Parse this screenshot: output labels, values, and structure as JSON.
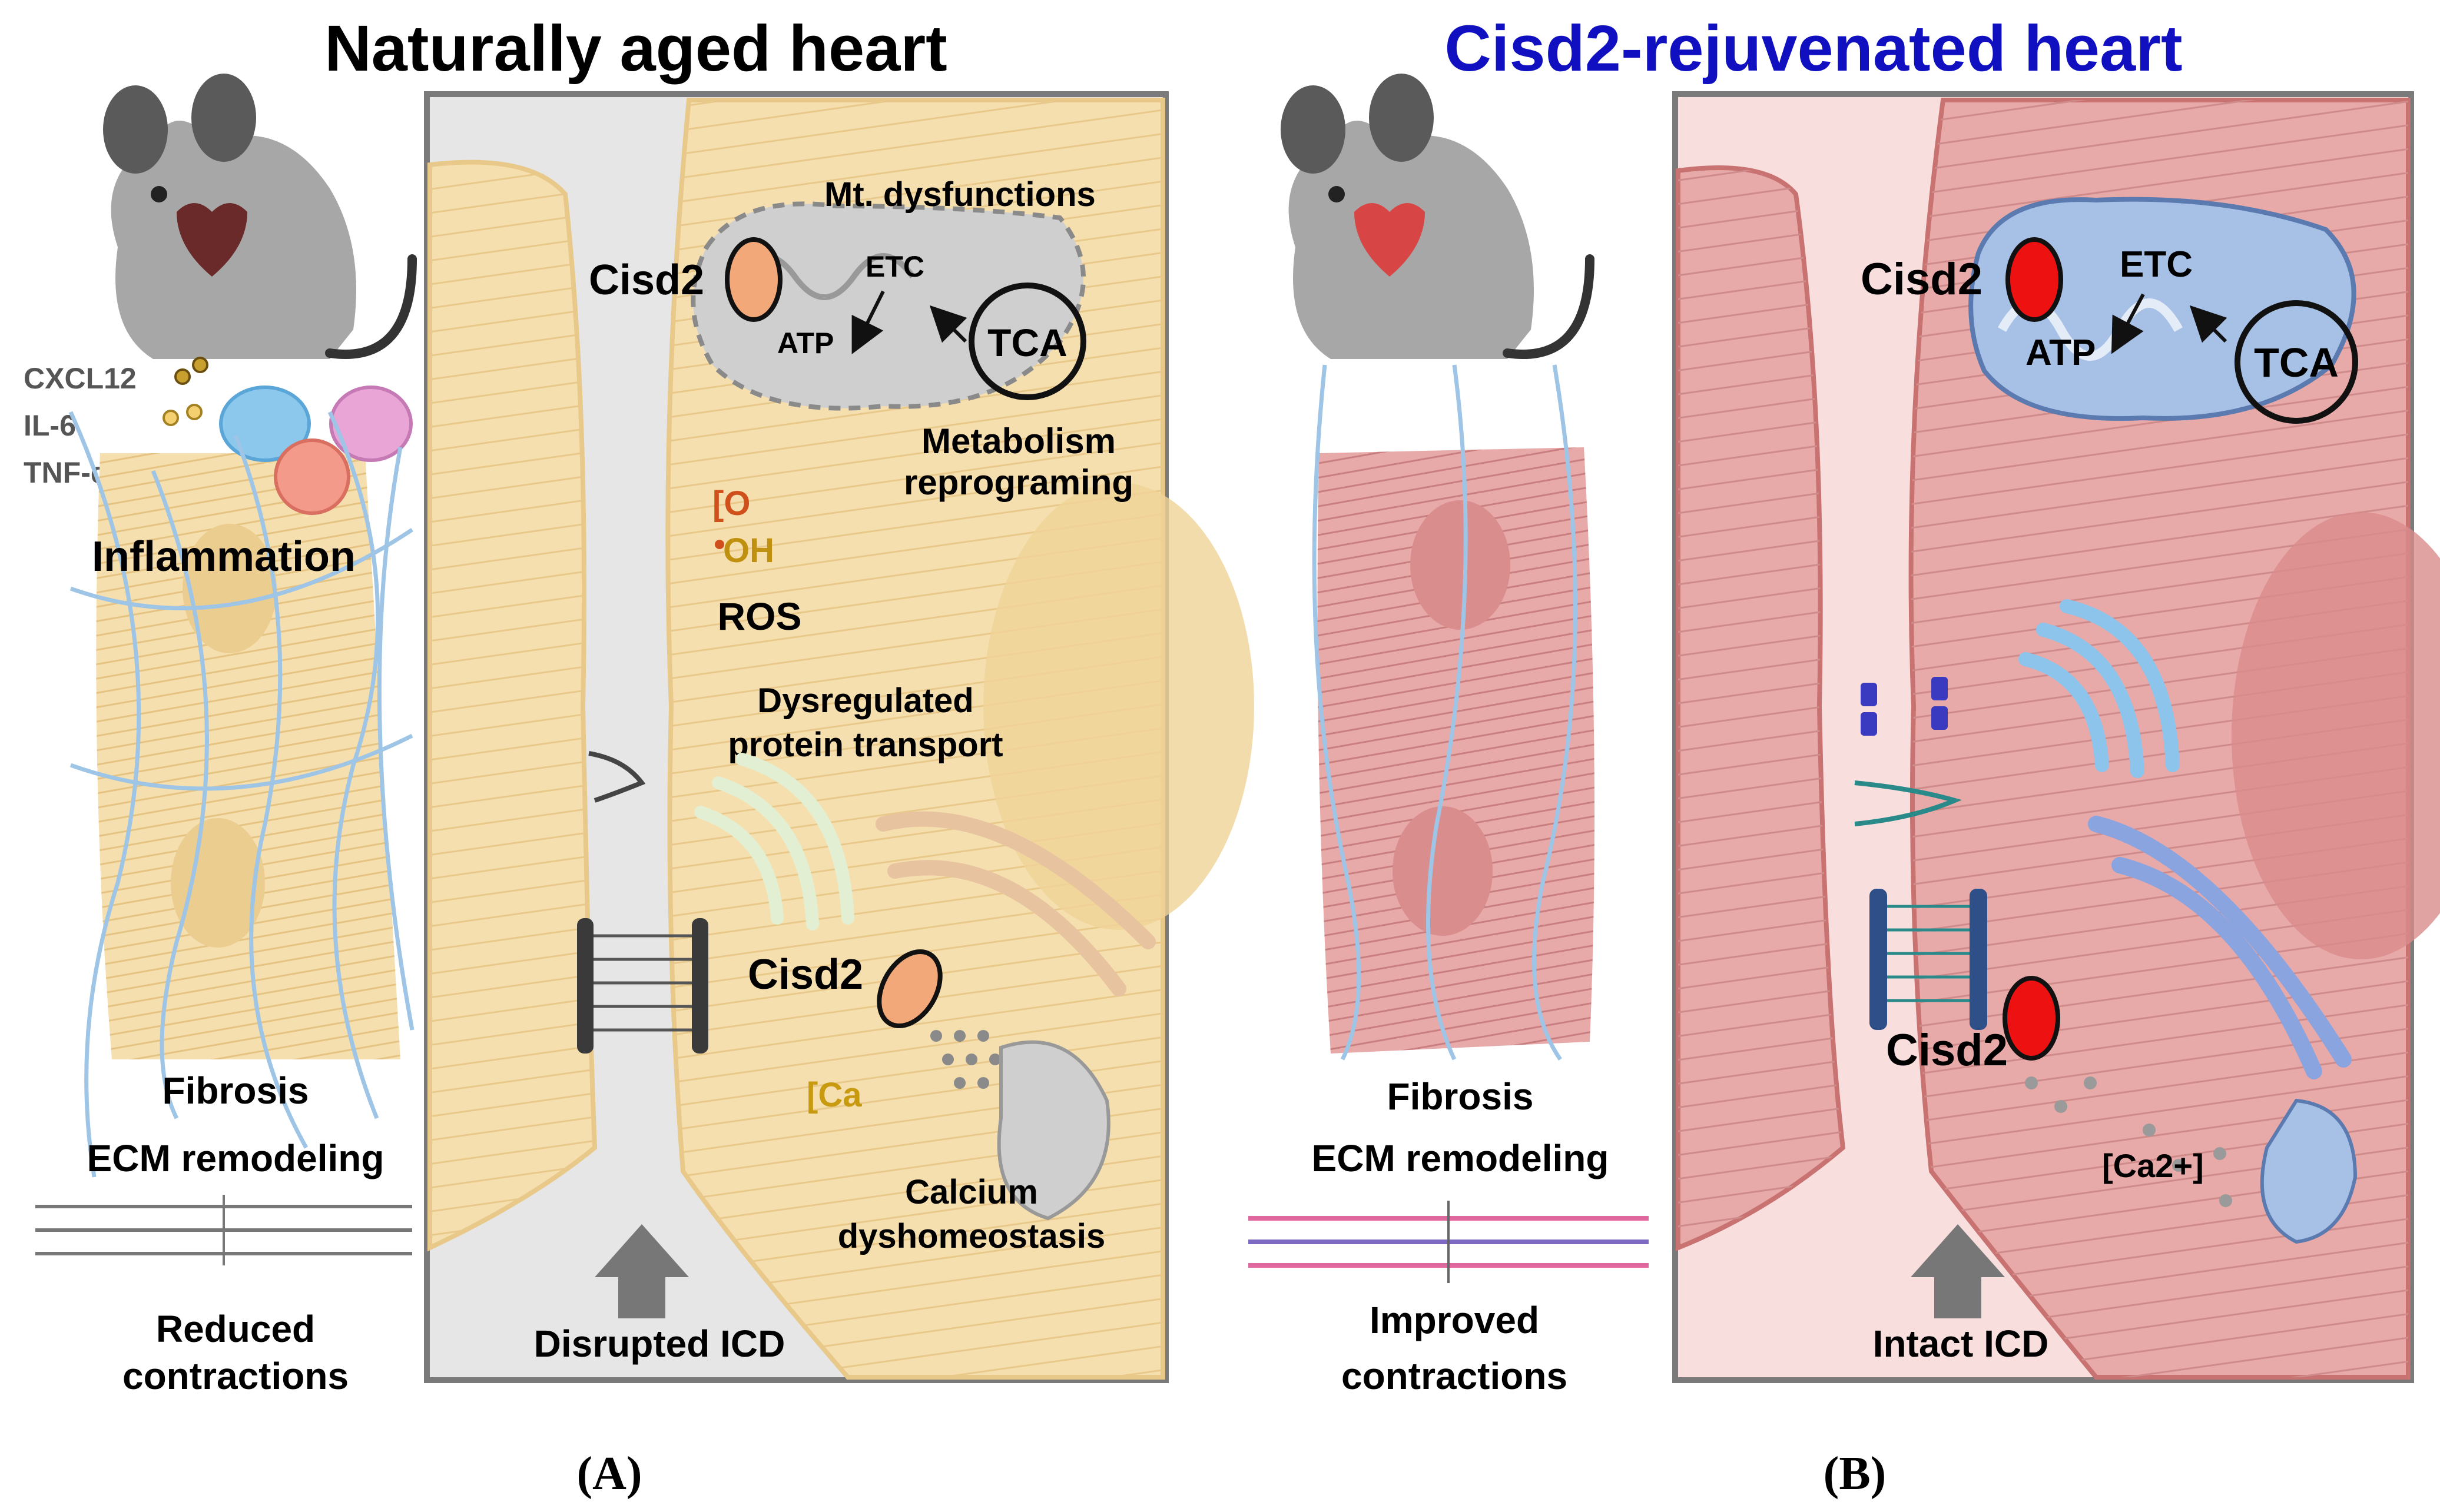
{
  "panel_a": {
    "title": "Naturally aged heart",
    "letter": "(A)",
    "cytokines": [
      "CXCL12",
      "IL-6",
      "TNF-α"
    ],
    "inflammation": "Inflammation",
    "fibrosis": "Fibrosis",
    "ecm": "ECM remodeling",
    "contractions_line1": "Reduced",
    "contractions_line2": "contractions",
    "mt_dysfunctions": "Mt. dysfunctions",
    "cisd2_top": "Cisd2",
    "etc": "ETC",
    "atp": "ATP",
    "tca": "TCA",
    "metabolism_line1": "Metabolism",
    "metabolism_line2": "reprograming",
    "ros_o2": "[O",
    "ros_oh": "OH",
    "ros": "ROS",
    "protein_line1": "Dysregulated",
    "protein_line2": "protein transport",
    "cisd2_mid": "Cisd2",
    "ca": "[Ca",
    "calcium_line1": "Calcium",
    "calcium_line2": "dyshomeostasis",
    "icd": "Disrupted ICD"
  },
  "panel_b": {
    "title": "Cisd2-rejuvenated heart",
    "letter": "(B)",
    "fibrosis": "Fibrosis",
    "ecm": "ECM remodeling",
    "contractions_line1": "Improved",
    "contractions_line2": "contractions",
    "cisd2_top": "Cisd2",
    "etc": "ETC",
    "atp": "ATP",
    "tca": "TCA",
    "cisd2_low": "Cisd2",
    "ca": "[Ca2+]",
    "icd": "Intact ICD"
  },
  "colors": {
    "aged_cell": "#f6dfae",
    "aged_border": "#e8c98a",
    "aged_bg": "#e6e6e6",
    "young_cell": "#e8a9a9",
    "young_border": "#c87272",
    "young_bg": "#f9dede",
    "title_a": "#000000",
    "title_b": "#1010c0",
    "cisd2_aged": "#f2a878",
    "cisd2_young": "#ee1111",
    "ros_o2": "#d0501c",
    "ros_oh": "#c09010",
    "ca_aged": "#c89a10",
    "vessel": "#9ec4e6"
  }
}
